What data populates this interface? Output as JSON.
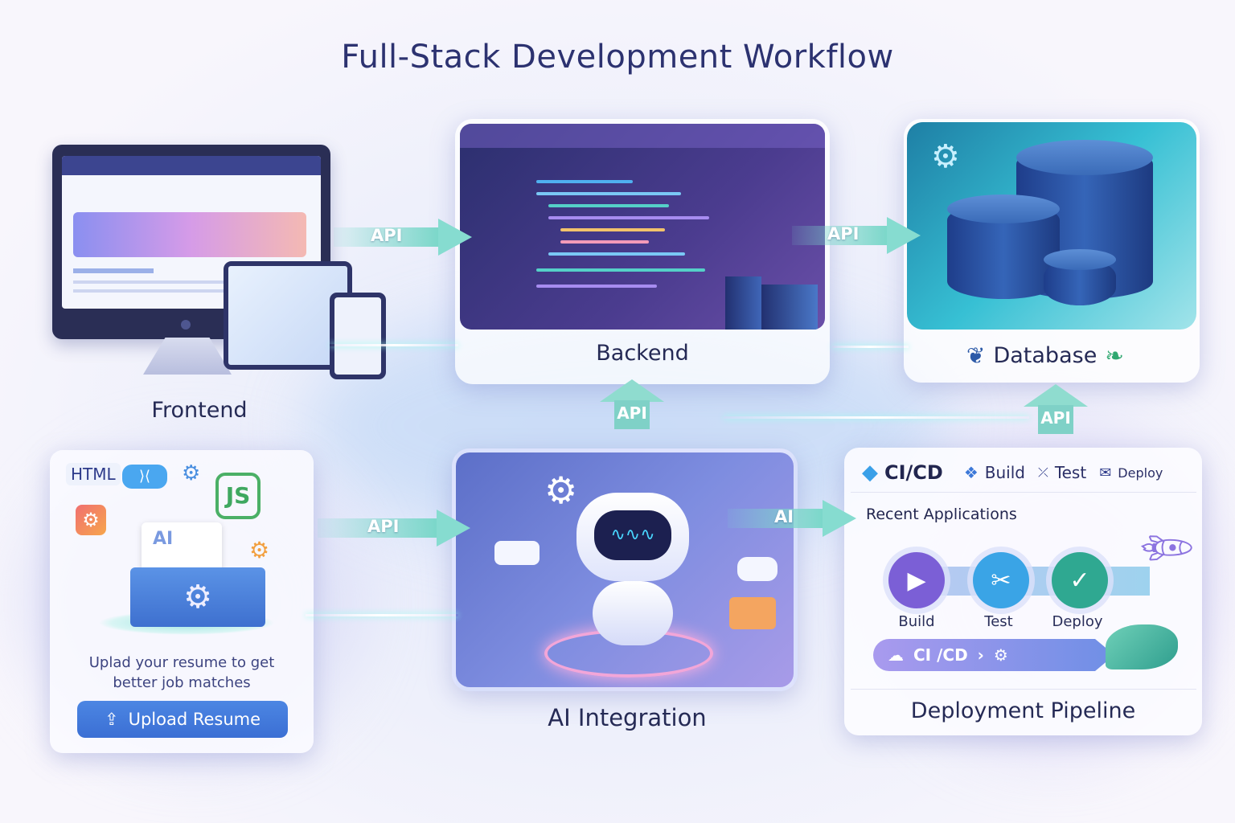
{
  "title": "Full-Stack Development Workflow",
  "sections": {
    "frontend": {
      "label": "Frontend"
    },
    "backend": {
      "label": "Backend"
    },
    "database": {
      "label": "Database"
    },
    "ai": {
      "label": "AI Integration"
    },
    "deployment": {
      "label": "Deployment Pipeline"
    }
  },
  "connectors": {
    "frontend_backend": "API",
    "backend_database": "API",
    "ai_backend": "API",
    "pipeline_database": "API",
    "resume_ai": "API",
    "ai_pipeline": "AI"
  },
  "resume_card": {
    "badge_html": "HTML",
    "badge_js": "JS",
    "doc_badge": "AI",
    "description_line1": "Uplad your resume to get",
    "description_line2": "better job matches",
    "upload_button": "Upload Resume"
  },
  "cicd_card": {
    "header": {
      "title": "CI/CD",
      "build": "Build",
      "test": "Test",
      "deploy": "Deploy"
    },
    "recent_title": "Recent Applications",
    "steps": [
      {
        "label": "Build",
        "color": "#7b5fd6"
      },
      {
        "label": "Test",
        "color": "#3aa4e6"
      },
      {
        "label": "Deploy",
        "color": "#2fa891"
      }
    ],
    "pipeline_bar": "CI /CD"
  },
  "colors": {
    "title": "#2c3270",
    "accent_blue": "#3b6fd4",
    "arrow": "#7ad7c9"
  }
}
